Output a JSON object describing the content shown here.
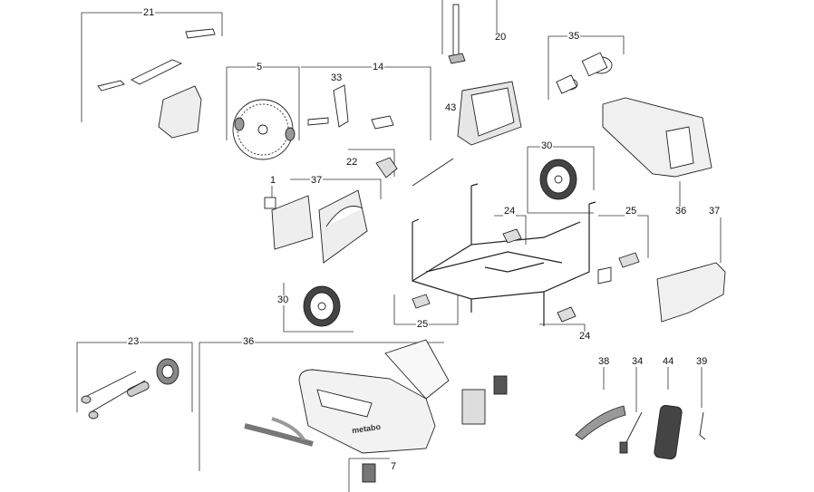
{
  "callouts": [
    {
      "id": "c21",
      "label": "21"
    },
    {
      "id": "c5",
      "label": "5"
    },
    {
      "id": "c33",
      "label": "33"
    },
    {
      "id": "c14",
      "label": "14"
    },
    {
      "id": "c20",
      "label": "20"
    },
    {
      "id": "c35",
      "label": "35"
    },
    {
      "id": "c43",
      "label": "43"
    },
    {
      "id": "c22",
      "label": "22"
    },
    {
      "id": "c30a",
      "label": "30"
    },
    {
      "id": "c1",
      "label": "1"
    },
    {
      "id": "c37a",
      "label": "37"
    },
    {
      "id": "c36a",
      "label": "36"
    },
    {
      "id": "c37b",
      "label": "37"
    },
    {
      "id": "c24a",
      "label": "24"
    },
    {
      "id": "c25a",
      "label": "25"
    },
    {
      "id": "c30b",
      "label": "30"
    },
    {
      "id": "c25b",
      "label": "25"
    },
    {
      "id": "c24b",
      "label": "24"
    },
    {
      "id": "c23",
      "label": "23"
    },
    {
      "id": "c36b",
      "label": "36"
    },
    {
      "id": "c38",
      "label": "38"
    },
    {
      "id": "c34",
      "label": "34"
    },
    {
      "id": "c44",
      "label": "44"
    },
    {
      "id": "c39",
      "label": "39"
    },
    {
      "id": "c7",
      "label": "7"
    }
  ],
  "brand_mark": "metabo",
  "colors": {
    "line": "#222222",
    "fill": "#ffffff",
    "shade": "#bdbdbd",
    "dark": "#555555"
  }
}
